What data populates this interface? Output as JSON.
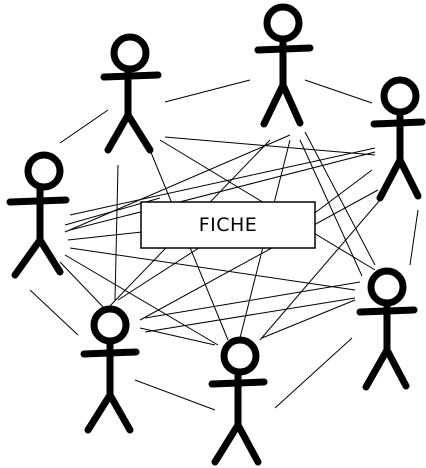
{
  "diagram": {
    "center_box": {
      "label": "FICHE"
    },
    "people": [
      {
        "id": "p1"
      },
      {
        "id": "p2"
      },
      {
        "id": "p3"
      },
      {
        "id": "p4"
      },
      {
        "id": "p5"
      },
      {
        "id": "p6"
      },
      {
        "id": "p7"
      }
    ],
    "colors": {
      "ink": "#000000",
      "background": "#ffffff"
    }
  }
}
